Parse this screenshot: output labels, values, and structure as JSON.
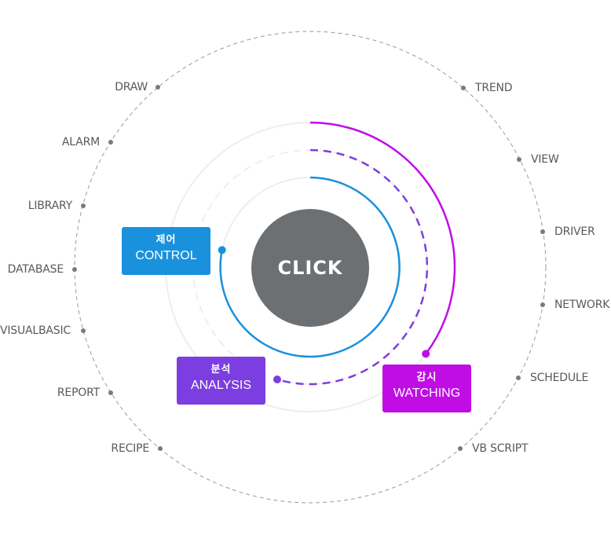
{
  "colors": {
    "control": "#1a91dd",
    "analysis": "#7c3ee0",
    "watching": "#c00de6",
    "center": "#6d7073",
    "ring_light": "#eeeeee",
    "outer_dash": "#9a9a9a",
    "dot": "#7a7a7a",
    "label": "#555a5f"
  },
  "center": {
    "label": "CLICK"
  },
  "modules": {
    "control": {
      "ko": "제어",
      "en": "CONTROL"
    },
    "analysis": {
      "ko": "분석",
      "en": "ANALYSIS"
    },
    "watching": {
      "ko": "감시",
      "en": "WATCHING"
    }
  },
  "features_left": [
    "DRAW",
    "ALARM",
    "LIBRARY",
    "DATABASE",
    "VISUALBASIC",
    "REPORT",
    "RECIPE"
  ],
  "features_right": [
    "TREND",
    "VIEW",
    "DRIVER",
    "NETWORK",
    "SCHEDULE",
    "VB SCRIPT"
  ]
}
